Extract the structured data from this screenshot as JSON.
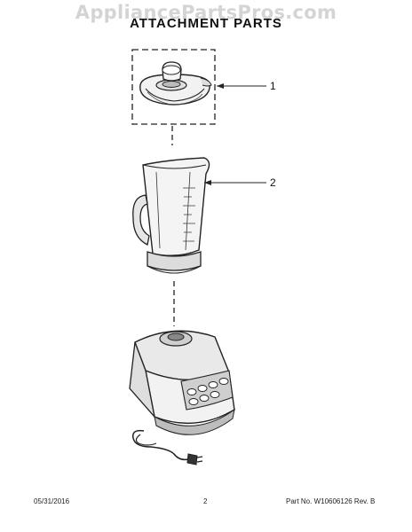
{
  "watermark": "AppliancePartsPros.com",
  "title": "ATTACHMENT PARTS",
  "callouts": [
    "1",
    "2"
  ],
  "footer": {
    "date": "05/31/2016",
    "page": "2",
    "part_number": "Part No. W10606126  Rev. B"
  }
}
